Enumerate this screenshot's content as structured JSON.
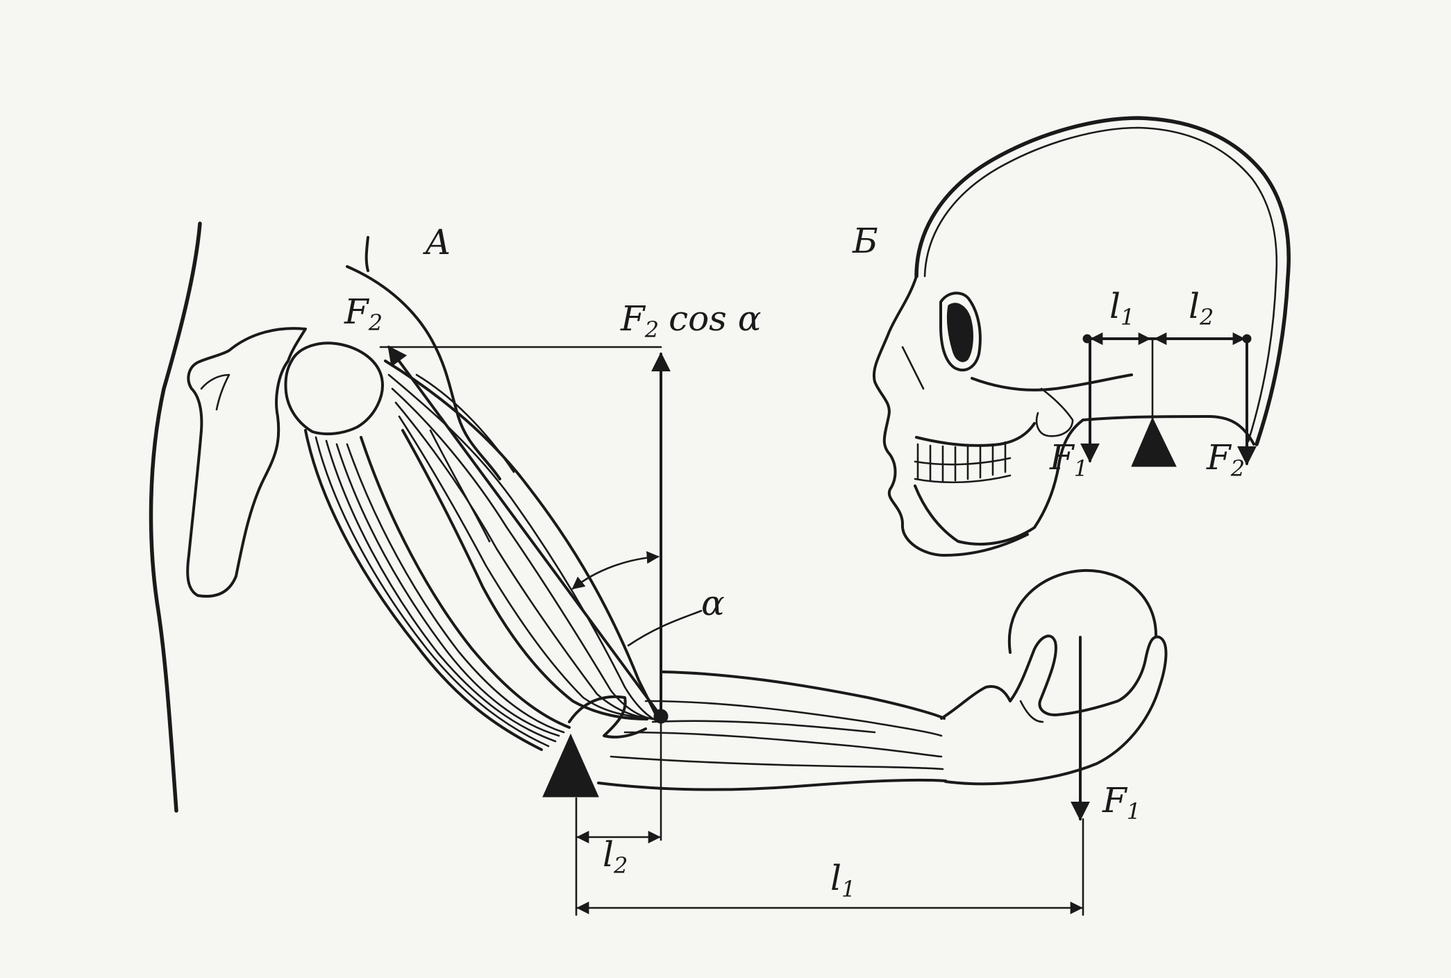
{
  "panels": {
    "a": {
      "letter": "А",
      "force_muscle": {
        "main": "F",
        "sub": "2"
      },
      "force_component": {
        "main": "F",
        "sub": "2",
        "rest": "cos α"
      },
      "angle": "α",
      "force_load": {
        "main": "F",
        "sub": "1"
      },
      "arm_short": {
        "main": "l",
        "sub": "2"
      },
      "arm_long": {
        "main": "l",
        "sub": "1"
      }
    },
    "b": {
      "letter": "Б",
      "arm_1": {
        "main": "l",
        "sub": "1"
      },
      "arm_2": {
        "main": "l",
        "sub": "2"
      },
      "force_1": {
        "main": "F",
        "sub": "1"
      },
      "force_2": {
        "main": "F",
        "sub": "2"
      }
    }
  },
  "colors": {
    "ink": "#1a1a1a",
    "paper": "#f6f6f3"
  }
}
